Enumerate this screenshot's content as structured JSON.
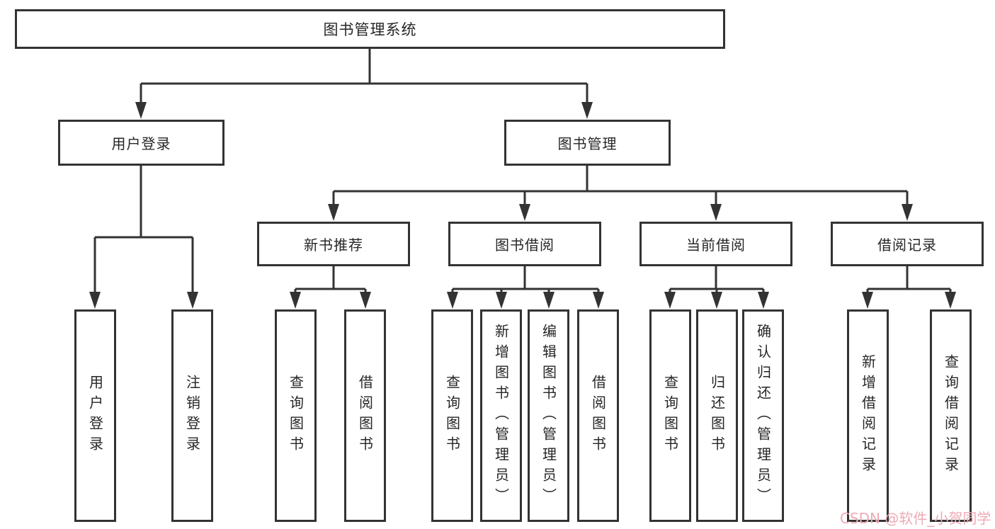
{
  "tree": {
    "root": {
      "label": "图书管理系统",
      "children": [
        {
          "label": "用户登录",
          "children": [
            {
              "label": "用户登录"
            },
            {
              "label": "注销登录"
            }
          ]
        },
        {
          "label": "图书管理",
          "children": [
            {
              "label": "新书推荐",
              "children": [
                {
                  "label": "查询图书"
                },
                {
                  "label": "借阅图书"
                }
              ]
            },
            {
              "label": "图书借阅",
              "children": [
                {
                  "label": "查询图书"
                },
                {
                  "label": "新增图书（管理员）"
                },
                {
                  "label": "编辑图书（管理员）"
                },
                {
                  "label": "借阅图书"
                }
              ]
            },
            {
              "label": "当前借阅",
              "children": [
                {
                  "label": "查询图书"
                },
                {
                  "label": "归还图书"
                },
                {
                  "label": "确认归还（管理员）"
                }
              ]
            },
            {
              "label": "借阅记录",
              "children": [
                {
                  "label": "新增借阅记录"
                },
                {
                  "label": "查询借阅记录"
                }
              ]
            }
          ]
        }
      ]
    }
  },
  "watermark": {
    "text": "CSDN @软件_小贺同学",
    "color": "#eeaab6"
  },
  "colors": {
    "line": "#333333",
    "box_border": "#333333",
    "text": "#262626",
    "background": "#ffffff"
  }
}
